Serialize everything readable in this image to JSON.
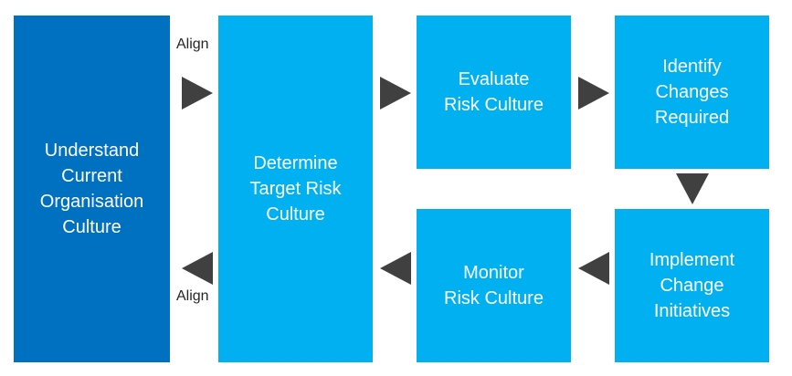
{
  "colors": {
    "dark_box": "#0070c0",
    "light_box": "#00b0f0",
    "arrow": "#404040",
    "text": "#ffffff"
  },
  "boxes": {
    "understand": "Understand\nCurrent\nOrganisation\nCulture",
    "target": "Determine\nTarget Risk\nCulture",
    "evaluate": "Evaluate\nRisk Culture",
    "identify": "Identify\nChanges\nRequired",
    "implement": "Implement\nChange\nInitiatives",
    "monitor": "Monitor\nRisk Culture"
  },
  "labels": {
    "align_top": "Align",
    "align_bottom": "Align"
  },
  "arrows": [
    {
      "from": "understand",
      "to": "target",
      "direction": "right"
    },
    {
      "from": "target",
      "to": "evaluate",
      "direction": "right"
    },
    {
      "from": "evaluate",
      "to": "identify",
      "direction": "right"
    },
    {
      "from": "identify",
      "to": "implement",
      "direction": "down"
    },
    {
      "from": "implement",
      "to": "monitor",
      "direction": "left"
    },
    {
      "from": "monitor",
      "to": "target",
      "direction": "left"
    },
    {
      "from": "target",
      "to": "understand",
      "direction": "left"
    }
  ]
}
